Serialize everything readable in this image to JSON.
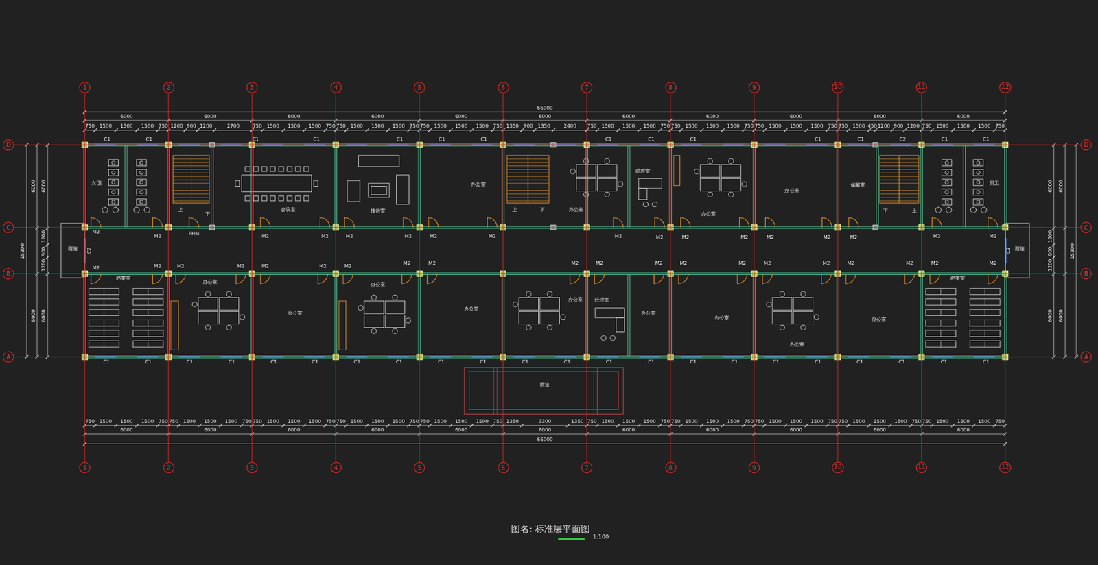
{
  "diagram": {
    "title": "图名: 标准层平面图",
    "nodes": [
      {
        "text": [
          "1"
        ]
      },
      {
        "text": [
          "2"
        ]
      },
      {
        "text": [
          "3"
        ]
      },
      {
        "text": [
          "4"
        ]
      },
      {
        "text": [
          "5"
        ]
      },
      {
        "text": [
          "6"
        ]
      },
      {
        "text": [
          "7"
        ]
      },
      {
        "text": [
          "8"
        ]
      },
      {
        "text": [
          "9"
        ]
      },
      {
        "text": [
          "10"
        ]
      },
      {
        "text": [
          "11"
        ]
      },
      {
        "text": [
          "12"
        ]
      },
      {
        "text": [
          "D"
        ]
      },
      {
        "text": [
          "D"
        ]
      },
      {
        "text": [
          "C"
        ]
      },
      {
        "text": [
          "C"
        ]
      },
      {
        "text": [
          "B"
        ]
      },
      {
        "text": [
          "B"
        ]
      },
      {
        "text": [
          "A"
        ]
      },
      {
        "text": [
          "A"
        ]
      },
      {
        "text": [
          "1"
        ]
      },
      {
        "text": [
          "2"
        ]
      },
      {
        "text": [
          "3"
        ]
      },
      {
        "text": [
          "4"
        ]
      },
      {
        "text": [
          "5"
        ]
      },
      {
        "text": [
          "6"
        ]
      },
      {
        "text": [
          "7"
        ]
      },
      {
        "text": [
          "8"
        ]
      },
      {
        "text": [
          "9"
        ]
      },
      {
        "text": [
          "10"
        ]
      },
      {
        "text": [
          "11"
        ]
      },
      {
        "text": [
          "12"
        ]
      }
    ],
    "edges": [
      {
        "from": 0,
        "to": 20,
        "arrow": "none"
      },
      {
        "from": 1,
        "to": 21,
        "arrow": "none"
      },
      {
        "from": 2,
        "to": 22,
        "arrow": "none"
      },
      {
        "from": 3,
        "to": 23,
        "arrow": "none"
      },
      {
        "from": 4,
        "to": 24,
        "arrow": "none"
      },
      {
        "from": 5,
        "to": 25,
        "arrow": "none"
      },
      {
        "from": 6,
        "to": 26,
        "arrow": "none"
      },
      {
        "from": 7,
        "to": 27,
        "arrow": "none"
      },
      {
        "from": 8,
        "to": 28,
        "arrow": "none"
      },
      {
        "from": 9,
        "to": 29,
        "arrow": "none"
      },
      {
        "from": 10,
        "to": 30,
        "arrow": "none"
      },
      {
        "from": 11,
        "to": 31,
        "arrow": "none"
      },
      {
        "from": 12,
        "to": 13,
        "arrow": "none"
      },
      {
        "from": 14,
        "to": 15,
        "arrow": "none"
      },
      {
        "from": 16,
        "to": 17,
        "arrow": "none"
      },
      {
        "from": 18,
        "to": 19,
        "arrow": "none"
      }
    ],
    "labels": [
      "66000",
      "6000",
      "6000",
      "6000",
      "6000",
      "6000",
      "6000",
      "6000",
      "6000",
      "6000",
      "6000",
      "6000",
      "750",
      "1500",
      "1500",
      "1500",
      "750",
      "1200",
      "900",
      "1200",
      "2700",
      "750",
      "1500",
      "1500",
      "1500",
      "750",
      "750",
      "1500",
      "1500",
      "1500",
      "750",
      "750",
      "1500",
      "1500",
      "1500",
      "750",
      "1350",
      "900",
      "1350",
      "2400",
      "750",
      "1500",
      "1500",
      "1500",
      "750",
      "750",
      "1500",
      "1500",
      "1500",
      "750",
      "750",
      "1500",
      "1500",
      "1500",
      "750",
      "750",
      "1500",
      "450",
      "1200",
      "900",
      "1200",
      "750",
      "1500",
      "1500",
      "1500",
      "750",
      "750",
      "1500",
      "1500",
      "1500",
      "750",
      "750",
      "1500",
      "1500",
      "1500",
      "750",
      "750",
      "1500",
      "1500",
      "1500",
      "750",
      "750",
      "1500",
      "1500",
      "1500",
      "750",
      "750",
      "1500",
      "1500",
      "1500",
      "750",
      "1350",
      "3300",
      "1350",
      "750",
      "1500",
      "1500",
      "1500",
      "750",
      "750",
      "1500",
      "1500",
      "1500",
      "750",
      "750",
      "1500",
      "1500",
      "1500",
      "750",
      "750",
      "1500",
      "1500",
      "1500",
      "750",
      "750",
      "1500",
      "1500",
      "1500",
      "750",
      "6000",
      "6000",
      "6000",
      "6000",
      "6000",
      "6000",
      "6000",
      "6000",
      "6000",
      "6000",
      "6000",
      "66000",
      "15300",
      "6000",
      "6000",
      "6000",
      "1200",
      "900",
      "1200",
      "6000",
      "6000",
      "1200",
      "900",
      "1200",
      "6000",
      "6000",
      "6000",
      "15300",
      "女卫",
      "会议室",
      "接待室",
      "办公室",
      "办公室",
      "经理室",
      "办公室",
      "办公室",
      "储藏室",
      "男卫",
      "上",
      "下",
      "上",
      "下",
      "下",
      "上",
      "雨篷",
      "C2",
      "C2",
      "雨篷",
      "档案室",
      "办公室",
      "办公室",
      "办公室",
      "办公室",
      "办公室",
      "经理室",
      "办公室",
      "办公室",
      "办公室",
      "办公室",
      "档案室",
      "雨篷",
      "C1",
      "C1",
      "C1",
      "C1",
      "C1",
      "C1",
      "C1",
      "C1",
      "C1",
      "C1",
      "C1",
      "C1",
      "C2",
      "C1",
      "C1",
      "M2",
      "M2",
      "FHM",
      "M2",
      "M2",
      "M2",
      "M2",
      "M2",
      "M2",
      "M2",
      "M2",
      "M2",
      "M2",
      "M2",
      "M2",
      "M2",
      "M2",
      "M2",
      "M2",
      "M2",
      "M2",
      "M2",
      "M2",
      "M2",
      "M2",
      "M2",
      "M2",
      "M2",
      "M2",
      "M2",
      "M2",
      "M2",
      "M2",
      "M2",
      "M2",
      "M2",
      "M2",
      "M2",
      "C1",
      "C1",
      "C1",
      "C1",
      "C1",
      "C1",
      "C1",
      "C1",
      "C1",
      "C1",
      "C1",
      "C1",
      "C1",
      "C1",
      "C1",
      "C1",
      "C1",
      "C1",
      "C1",
      "C1",
      "C1",
      "C1",
      "1:100"
    ]
  }
}
